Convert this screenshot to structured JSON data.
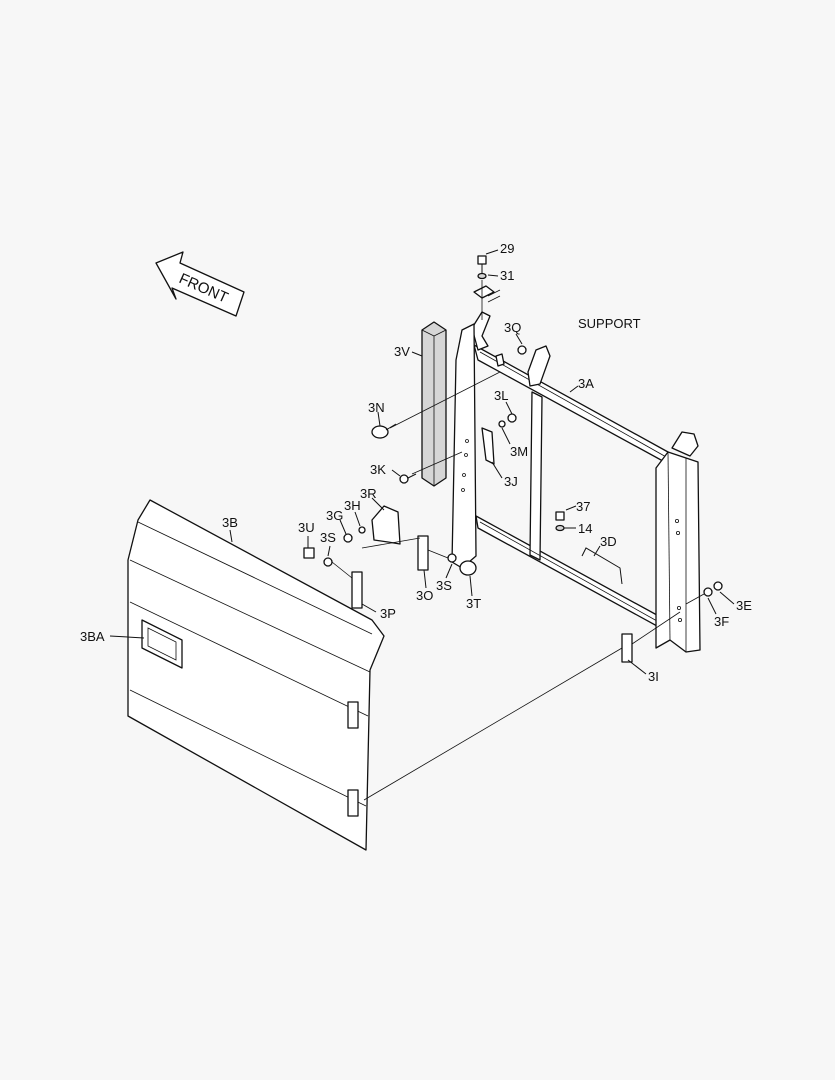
{
  "diagram": {
    "front_arrow_text": "FRONT",
    "support_label": "SUPPORT",
    "callouts": {
      "c29": "29",
      "c31": "31",
      "c3Q": "3Q",
      "c3V": "3V",
      "c3A": "3A",
      "c3N": "3N",
      "c3L": "3L",
      "c3M": "3M",
      "c3K": "3K",
      "c3J": "3J",
      "c3R": "3R",
      "c3H": "3H",
      "c3G": "3G",
      "c3B": "3B",
      "c3U": "3U",
      "c3S_left": "3S",
      "c3P": "3P",
      "c3O": "3O",
      "c3S_right": "3S",
      "c3T": "3T",
      "c37": "37",
      "c14": "14",
      "c3D": "3D",
      "c3E": "3E",
      "c3F": "3F",
      "c3BA": "3BA",
      "c3I": "3I"
    }
  }
}
